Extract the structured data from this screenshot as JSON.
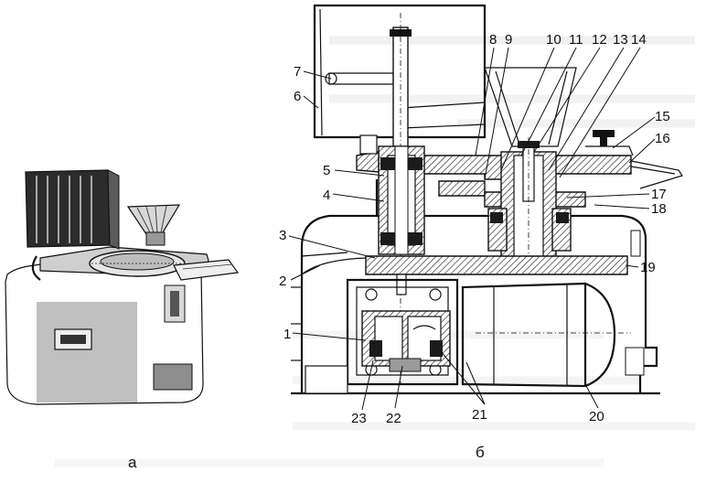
{
  "figure": {
    "part_a_label": "а",
    "part_b_label": "б"
  },
  "callouts": [
    "1",
    "2",
    "3",
    "4",
    "5",
    "6",
    "7",
    "8",
    "9",
    "10",
    "11",
    "12",
    "13",
    "14",
    "15",
    "16",
    "17",
    "18",
    "19",
    "20",
    "21",
    "22",
    "23"
  ]
}
